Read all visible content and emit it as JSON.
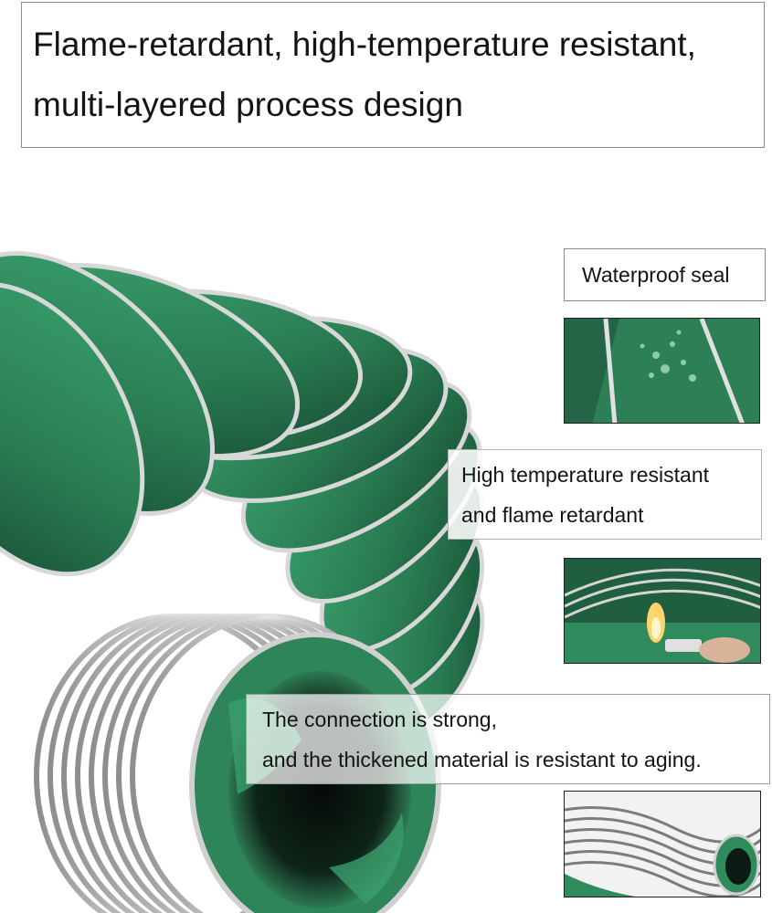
{
  "title": {
    "line1": "Flame-retardant, high-temperature resistant,",
    "line2": "multi-layered process design"
  },
  "callouts": {
    "waterproof": {
      "label": "Waterproof seal"
    },
    "heat": {
      "line1": "High temperature resistant",
      "line2": "and flame retardant"
    },
    "connection": {
      "line1": "The connection is strong,",
      "line2": "and the thickened material is resistant to aging."
    }
  },
  "colors": {
    "hose_green": "#2f8a5c",
    "hose_dark": "#1d5c3c",
    "wire_silver": "#c9c9c9"
  }
}
